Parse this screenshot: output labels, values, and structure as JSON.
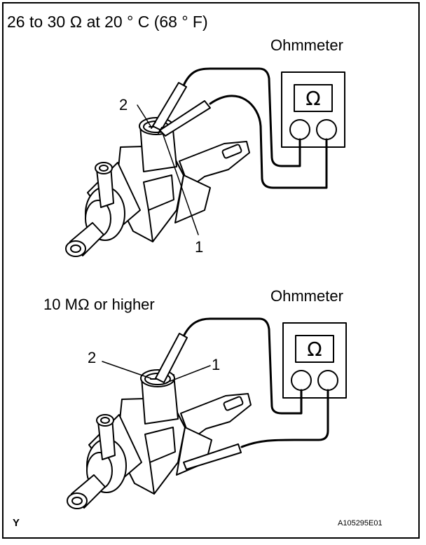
{
  "figure": {
    "top_condition": "26 to 30 Ω at 20 ° C (68 ° F)",
    "bottom_condition": "10 MΩ or higher",
    "meter_label": "Ohmmeter",
    "meter_symbol": "Ω",
    "terminal_1": "1",
    "terminal_2": "2",
    "corner_mark": "Y",
    "figure_id": "A105295E01"
  }
}
